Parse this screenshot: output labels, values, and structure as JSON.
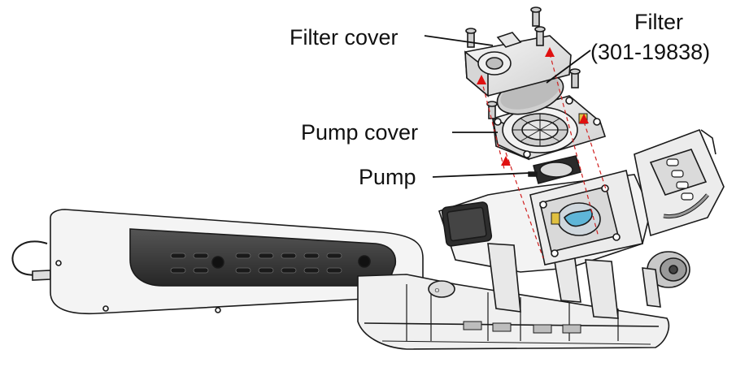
{
  "labels": {
    "filter_cover": "Filter cover",
    "filter": "Filter",
    "filter_part_number": "(301-19838)",
    "pump_cover": "Pump cover",
    "pump": "Pump"
  },
  "colors": {
    "outline": "#1a1a1a",
    "part_fill": "#eeeeee",
    "grip_fill": "#3a3a3a",
    "arrow": "#e01010",
    "guide": "#d02020"
  }
}
